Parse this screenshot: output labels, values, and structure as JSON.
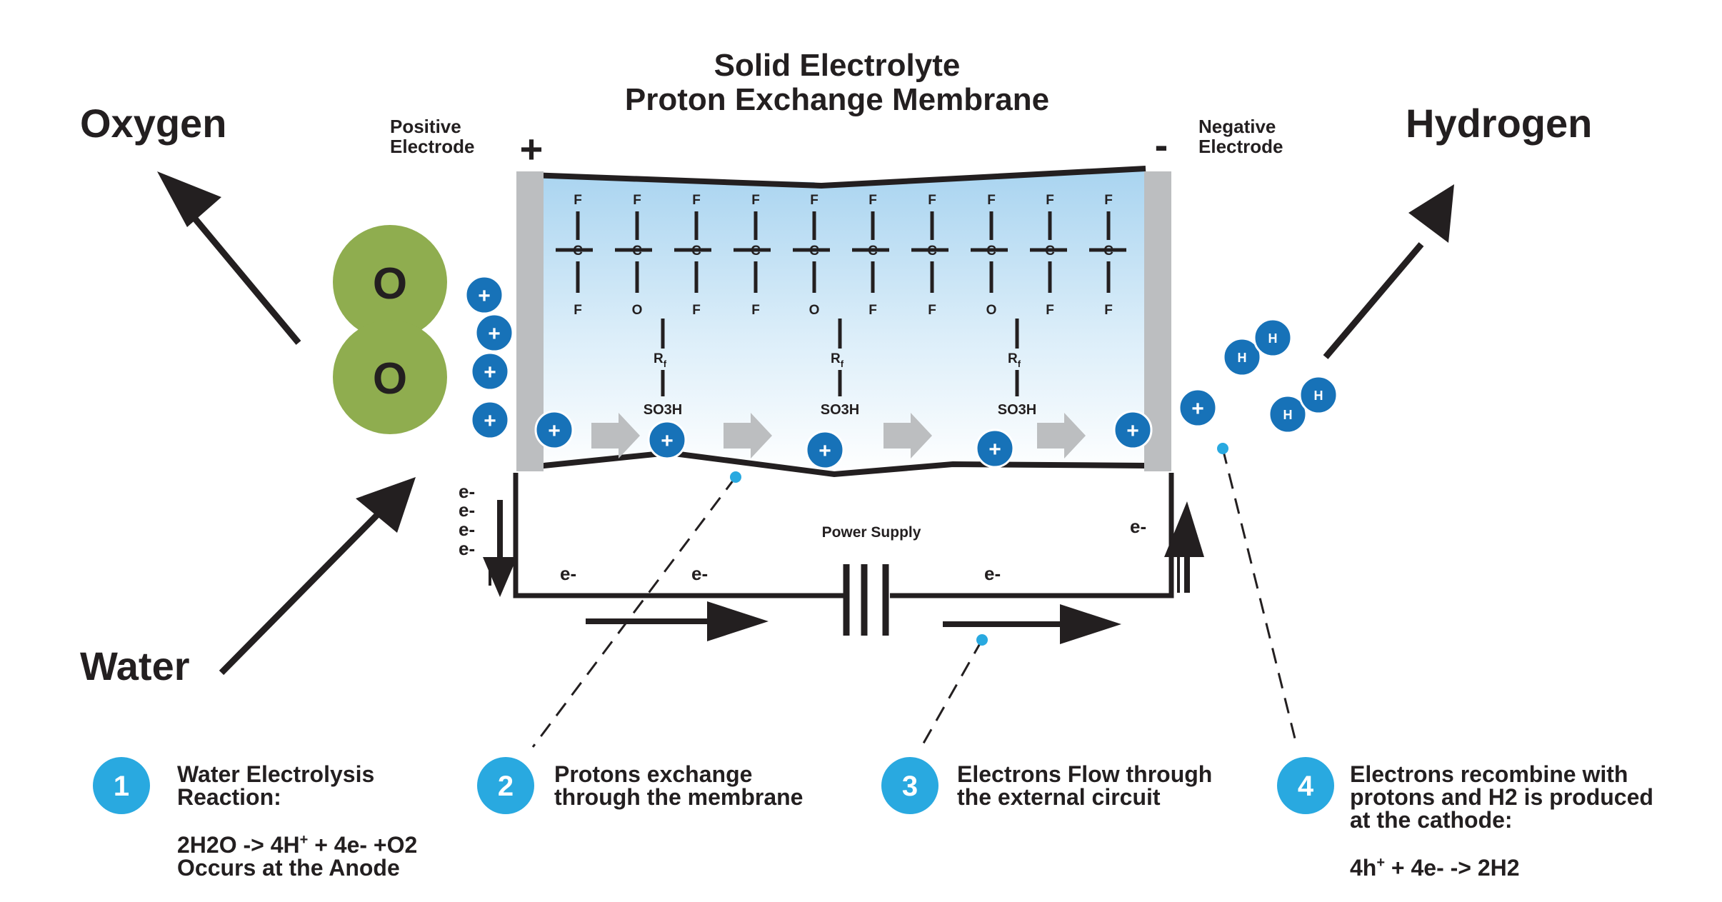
{
  "title": {
    "line1": "Solid Electrolyte",
    "line2": "Proton Exchange Membrane"
  },
  "labels": {
    "oxygen": "Oxygen",
    "hydrogen": "Hydrogen",
    "water": "Water",
    "positive_electrode": [
      "Positive",
      "Electrode"
    ],
    "negative_electrode": [
      "Negative",
      "Electrode"
    ],
    "plus_sign": "+",
    "minus_sign": "-",
    "power_supply": "Power Supply",
    "electron": "e-",
    "oxygen_atom": "O",
    "hydrogen_atom": "H",
    "proton_symbol": "+"
  },
  "membrane": {
    "top_atoms": [
      "F",
      "F",
      "F",
      "F",
      "F",
      "F",
      "F",
      "F",
      "F",
      "F"
    ],
    "carbon": "C",
    "bottom_atoms": [
      "F",
      "O",
      "F",
      "F",
      "O",
      "F",
      "F",
      "O",
      "F",
      "F"
    ],
    "side_chain": "R",
    "side_chain_sub": "f",
    "sulfonic_group": "SO3H"
  },
  "steps": [
    {
      "number": "1",
      "lines": [
        "Water Electrolysis",
        "Reaction:"
      ],
      "detail": [
        "2H2O -> 4H",
        "+",
        " + 4e- +O2"
      ],
      "detail2": "Occurs at the Anode"
    },
    {
      "number": "2",
      "lines": [
        "Protons exchange",
        "through the membrane"
      ]
    },
    {
      "number": "3",
      "lines": [
        "Electrons Flow through",
        "the external circuit"
      ]
    },
    {
      "number": "4",
      "lines": [
        "Electrons recombine with",
        "protons and H2 is produced",
        "at the cathode:"
      ],
      "detail": [
        "4h",
        "+",
        " + 4e- -> 2H2"
      ]
    }
  ],
  "colors": {
    "ink": "#231f20",
    "oxygen_green": "#8fad4f",
    "proton_blue": "#1772b8",
    "step_blue": "#29a9e0",
    "electrode_grey": "#bcbec0",
    "arrow_grey": "#bcbec0",
    "membrane_top": "#a9d4f0",
    "membrane_bottom": "#ffffff"
  },
  "icons": {
    "flow_arrow": "arrow-icon",
    "proton": "plus-circle-icon",
    "step_badge": "numbered-circle-icon"
  }
}
